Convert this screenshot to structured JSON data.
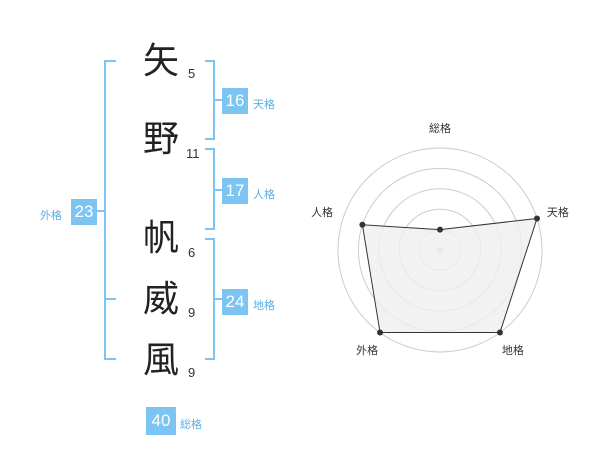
{
  "name": {
    "characters": [
      {
        "char": "矢",
        "strokes": "5"
      },
      {
        "char": "野",
        "strokes": "11"
      },
      {
        "char": "帆",
        "strokes": "6"
      },
      {
        "char": "威",
        "strokes": "9"
      },
      {
        "char": "風",
        "strokes": "9"
      }
    ]
  },
  "kaku": {
    "tenkaku": {
      "value": "16",
      "label": "天格"
    },
    "jinkaku": {
      "value": "17",
      "label": "人格"
    },
    "chikaku": {
      "value": "24",
      "label": "地格"
    },
    "gaikaku": {
      "value": "23",
      "label": "外格"
    },
    "soukaku": {
      "value": "40",
      "label": "総格"
    }
  },
  "chart_data": {
    "type": "radar",
    "axes": [
      "総格",
      "天格",
      "地格",
      "外格",
      "人格"
    ],
    "values": [
      1,
      5,
      5,
      5,
      4
    ],
    "max": 5,
    "rings": 5,
    "colors": {
      "fill": "#efefef",
      "line": "#333333",
      "ring": "#cccccc"
    }
  }
}
